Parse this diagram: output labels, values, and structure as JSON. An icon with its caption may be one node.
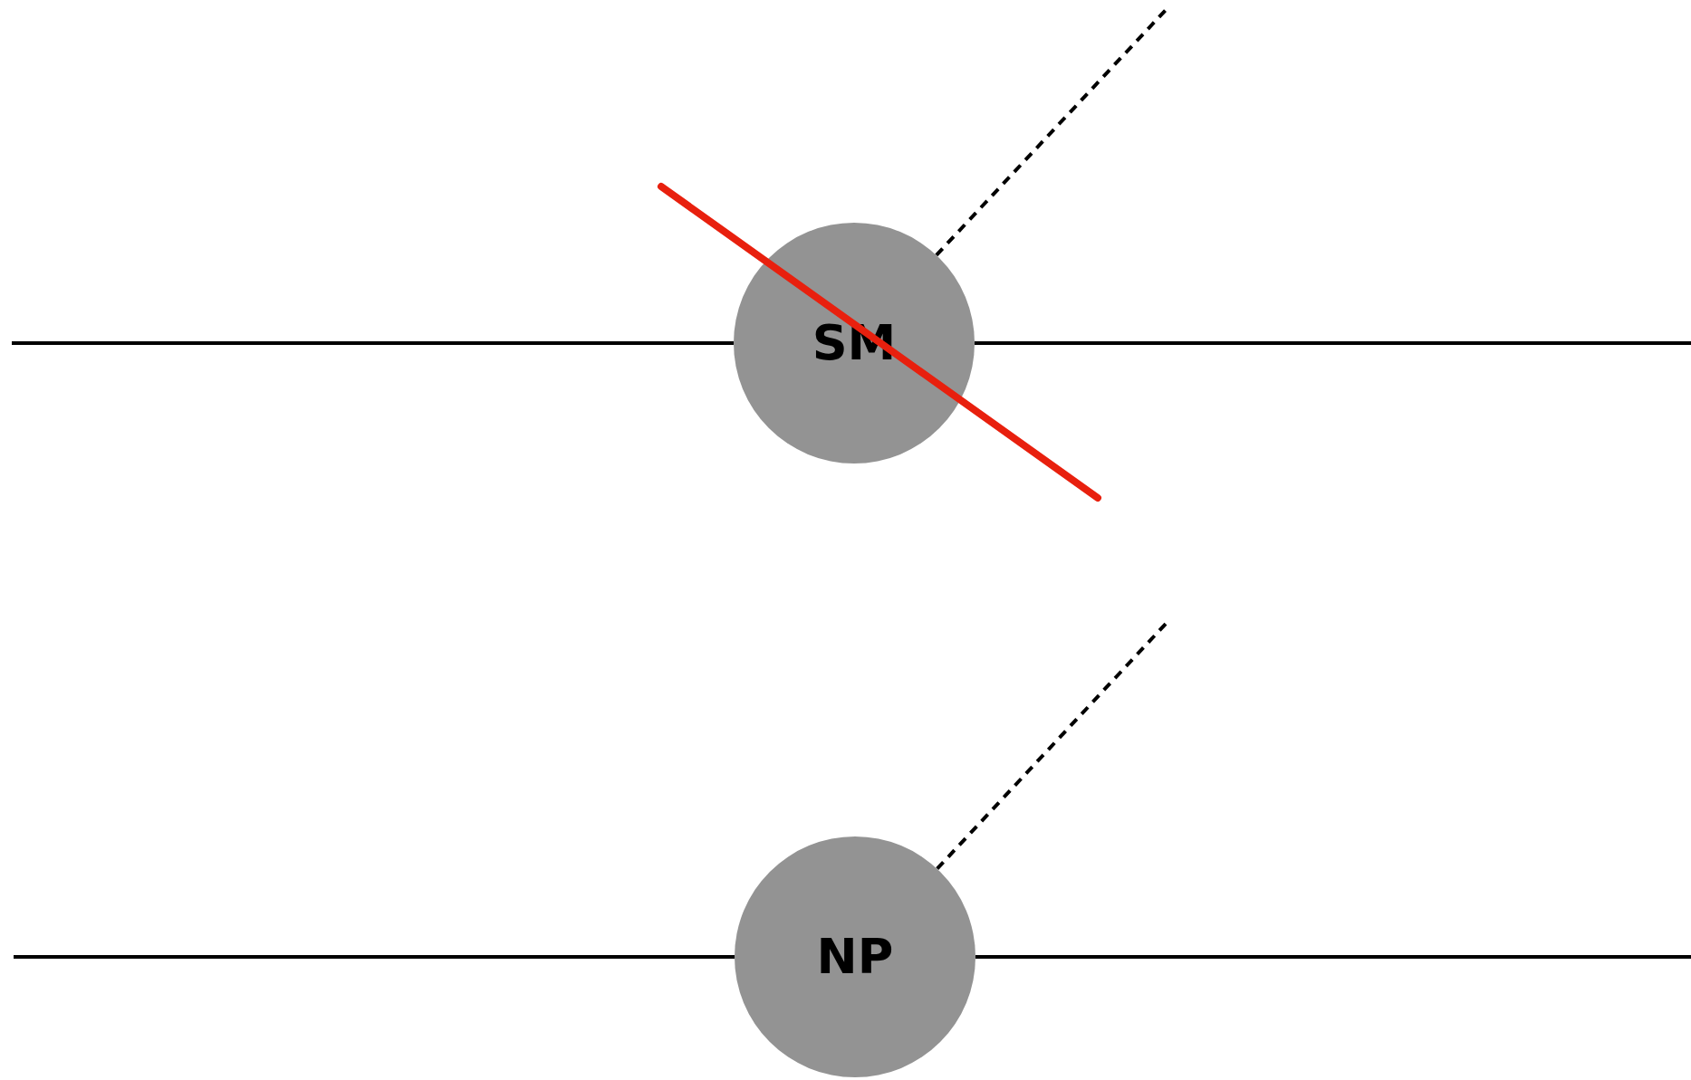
{
  "diagram": {
    "nodes": [
      {
        "text": [
          "SM"
        ]
      },
      {
        "text": [
          "NP"
        ]
      }
    ],
    "edges": [
      {
        "from": null,
        "to": 0,
        "arrow": "none"
      },
      {
        "from": 0,
        "to": null,
        "arrow": "none"
      },
      {
        "from": 0,
        "to": null,
        "arrow": "none",
        "style": "dashed"
      },
      {
        "from": null,
        "to": 1,
        "arrow": "none"
      },
      {
        "from": 1,
        "to": null,
        "arrow": "none"
      },
      {
        "from": 1,
        "to": null,
        "arrow": "none",
        "style": "dashed"
      }
    ]
  }
}
